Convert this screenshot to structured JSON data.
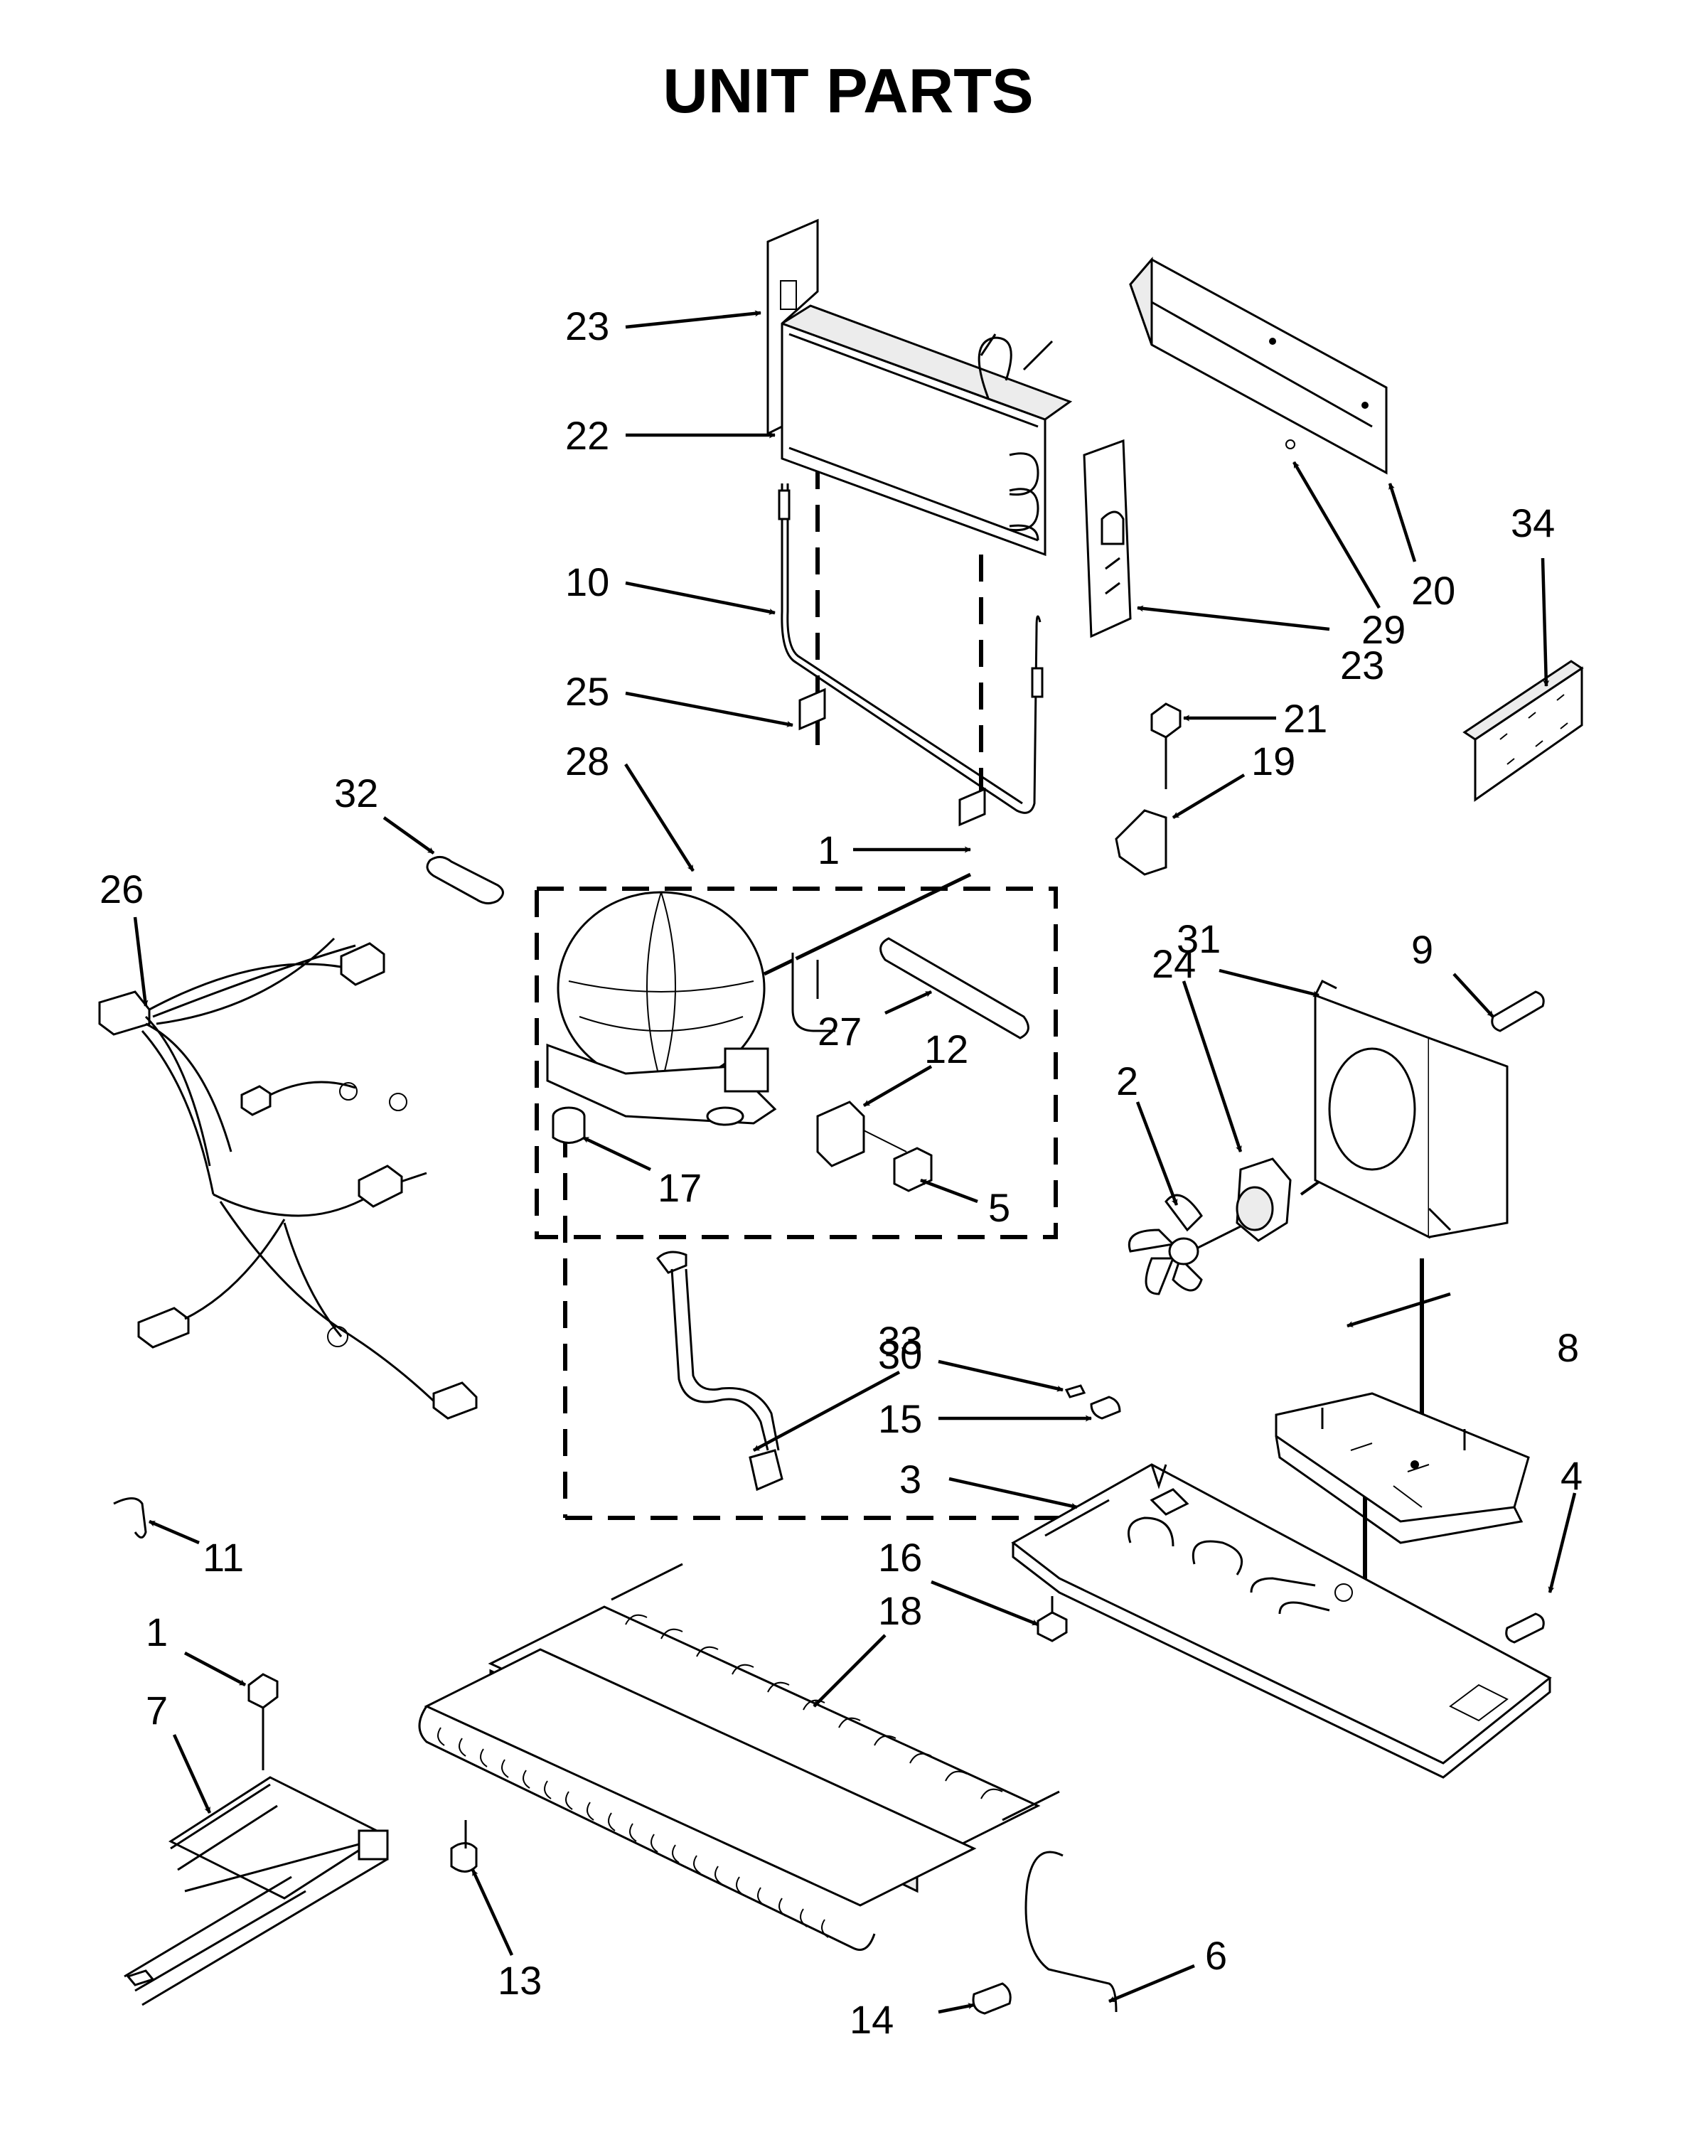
{
  "title": "UNIT PARTS",
  "callouts": {
    "c1a": "1",
    "c1b": "1",
    "c2": "2",
    "c3": "3",
    "c4": "4",
    "c5": "5",
    "c6": "6",
    "c7": "7",
    "c8": "8",
    "c9": "9",
    "c10": "10",
    "c11": "11",
    "c12": "12",
    "c13": "13",
    "c14": "14",
    "c15": "15",
    "c16": "16",
    "c17": "17",
    "c18": "18",
    "c19": "19",
    "c20": "20",
    "c21": "21",
    "c22": "22",
    "c23a": "23",
    "c23b": "23",
    "c24": "24",
    "c25": "25",
    "c26": "26",
    "c27": "27",
    "c28": "28",
    "c29": "29",
    "c30": "30",
    "c31": "31",
    "c32": "32",
    "c33": "33",
    "c34": "34"
  }
}
